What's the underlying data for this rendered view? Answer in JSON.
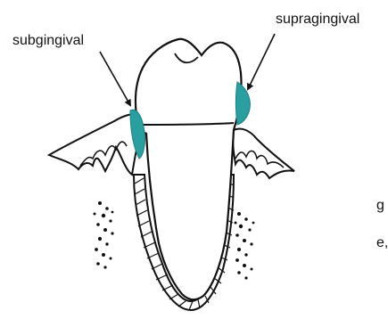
{
  "labels": {
    "subgingival": "subgingival",
    "supragingival": "supragingival"
  },
  "cut_off_text": {
    "line1": "g",
    "line2": "e,"
  },
  "colors": {
    "calculus": "#2a9fa0",
    "ink": "#111111",
    "background": "#ffffff"
  },
  "icons": [
    "tooth-outline",
    "gum-outline",
    "bone-dots",
    "calculus-deposit",
    "leader-arrow"
  ]
}
